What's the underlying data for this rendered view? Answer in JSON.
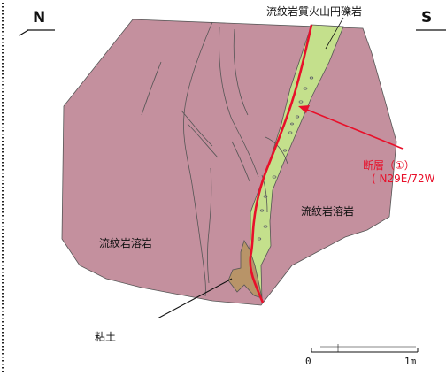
{
  "directions": {
    "left": "N",
    "right": "S"
  },
  "labels": {
    "conglomerate": "流紋岩質火山円礫岩",
    "rhyolite_left": "流紋岩溶岩",
    "rhyolite_right": "流紋岩溶岩",
    "clay": "粘土",
    "fault_name": "断層（①）",
    "fault_orientation": "( N29E/72W"
  },
  "scale": {
    "start": "0",
    "end": "1m"
  },
  "colors": {
    "rhyolite": "#c4909e",
    "conglomerate": "#c4e08c",
    "clay": "#b89468",
    "fault": "#e8102a"
  }
}
